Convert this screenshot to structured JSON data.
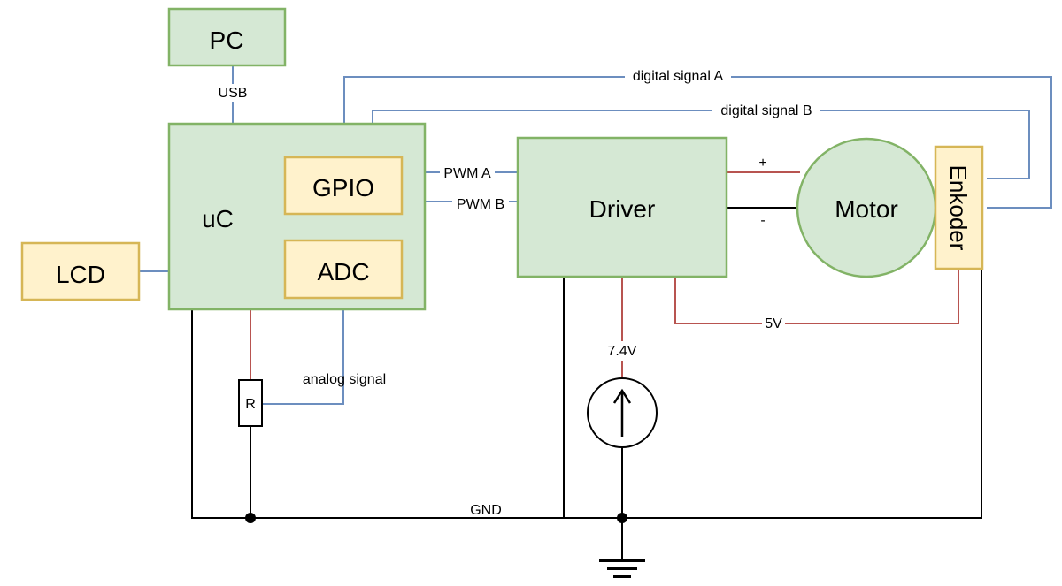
{
  "blocks": {
    "pc": "PC",
    "uc": "uC",
    "gpio": "GPIO",
    "adc": "ADC",
    "lcd": "LCD",
    "driver": "Driver",
    "motor": "Motor",
    "enkoder": "Enkoder",
    "resistor": "R"
  },
  "wire_labels": {
    "usb": "USB",
    "digital_signal_a": "digital signal A",
    "digital_signal_b": "digital signal B",
    "pwm_a": "PWM A",
    "pwm_b": "PWM B",
    "plus": "+",
    "minus": "-",
    "v5": "5V",
    "v7_4": "7.4V",
    "analog_signal": "analog signal",
    "gnd": "GND"
  },
  "colors": {
    "block_fill_green": "#d5e8d4",
    "block_stroke_green": "#82b366",
    "block_fill_yellow": "#fff2cc",
    "block_stroke_yellow": "#d6b656",
    "signal_wire": "#6c8ebf",
    "power_wire": "#b85450",
    "ground_wire": "#000000"
  }
}
